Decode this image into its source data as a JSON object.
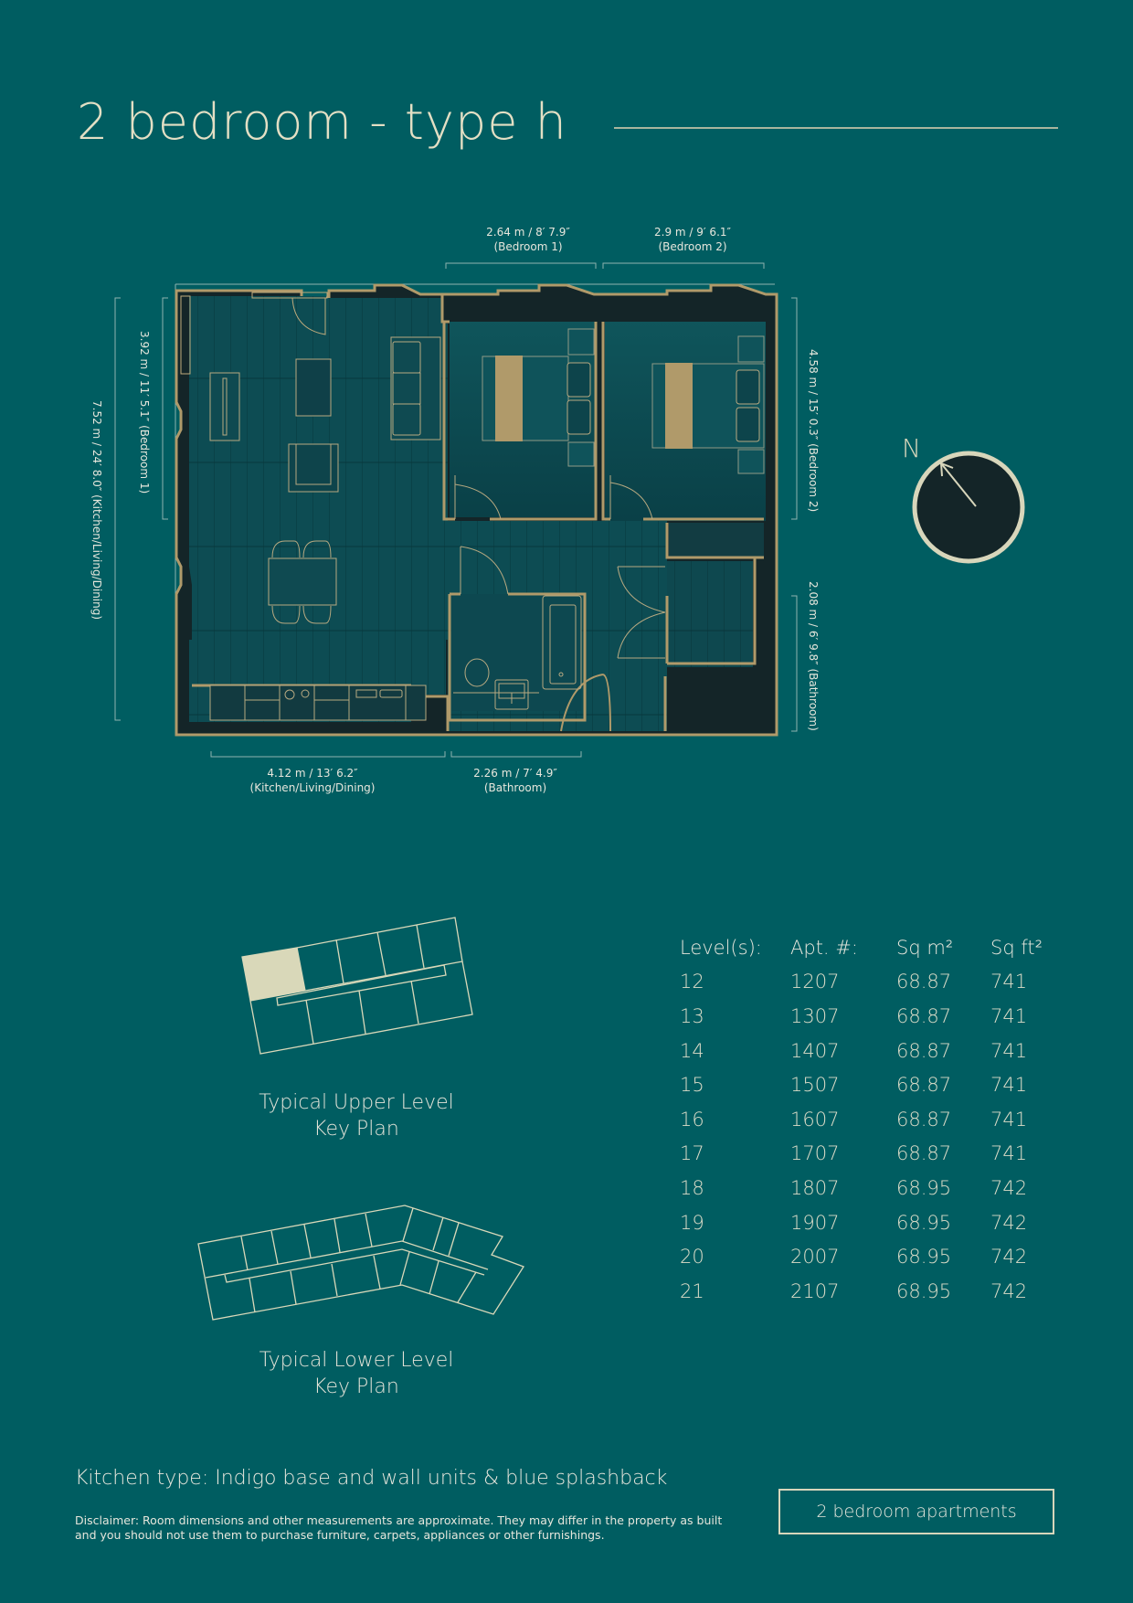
{
  "header": {
    "title": "2 bedroom - type h"
  },
  "floorplan": {
    "dimensions": {
      "top_bedroom1": {
        "value": "2.64 m / 8′ 7.9″",
        "room": "(Bedroom 1)"
      },
      "top_bedroom2": {
        "value": "2.9 m / 9′ 6.1″",
        "room": "(Bedroom 2)"
      },
      "left_bedroom1": "3.92 m / 11′ 5.1″ (Bedroom 1)",
      "left_kld": "7.52 m / 24′ 8.0″ (Kitchen/Living/Dining)",
      "right_bedroom2": "4.58 m / 15′ 0.3″ (Bedroom 2)",
      "right_bathroom": "2.08 m / 6′ 9.8″ (Bathroom)",
      "bottom_kld": {
        "value": "4.12 m / 13′ 6.2″",
        "room": "(Kitchen/Living/Dining)"
      },
      "bottom_bathroom": {
        "value": "2.26 m / 7′ 4.9″",
        "room": "(Bathroom)"
      }
    },
    "colors": {
      "wall": "#b09a6a",
      "wall_fill": "#142528",
      "floor": "#0d4c53",
      "bed_accent": "#b09a6a"
    }
  },
  "compass": {
    "label": "N",
    "icon": "north-arrow-icon"
  },
  "keyplans": [
    {
      "label_line1": "Typical Upper Level",
      "label_line2": "Key Plan"
    },
    {
      "label_line1": "Typical Lower Level",
      "label_line2": "Key Plan"
    }
  ],
  "units_table": {
    "headers": [
      "Level(s):",
      "Apt. #:",
      "Sq m²",
      "Sq ft²"
    ],
    "rows": [
      [
        "12",
        "1207",
        "68.87",
        "741"
      ],
      [
        "13",
        "1307",
        "68.87",
        "741"
      ],
      [
        "14",
        "1407",
        "68.87",
        "741"
      ],
      [
        "15",
        "1507",
        "68.87",
        "741"
      ],
      [
        "16",
        "1607",
        "68.87",
        "741"
      ],
      [
        "17",
        "1707",
        "68.87",
        "741"
      ],
      [
        "18",
        "1807",
        "68.95",
        "742"
      ],
      [
        "19",
        "1907",
        "68.95",
        "742"
      ],
      [
        "20",
        "2007",
        "68.95",
        "742"
      ],
      [
        "21",
        "2107",
        "68.95",
        "742"
      ]
    ]
  },
  "footer": {
    "kitchen_type": "Kitchen type: Indigo base and wall units & blue splashback",
    "disclaimer": "Disclaimer: Room dimensions and other measurements are approximate. They may differ in the property as built and you should not use them to purchase furniture, carpets, appliances or other furnishings.",
    "category_button": "2 bedroom apartments"
  },
  "theme": {
    "background": "#005d61",
    "text": "#e3dfc4",
    "highlight_unit": "#d9d8b9"
  }
}
